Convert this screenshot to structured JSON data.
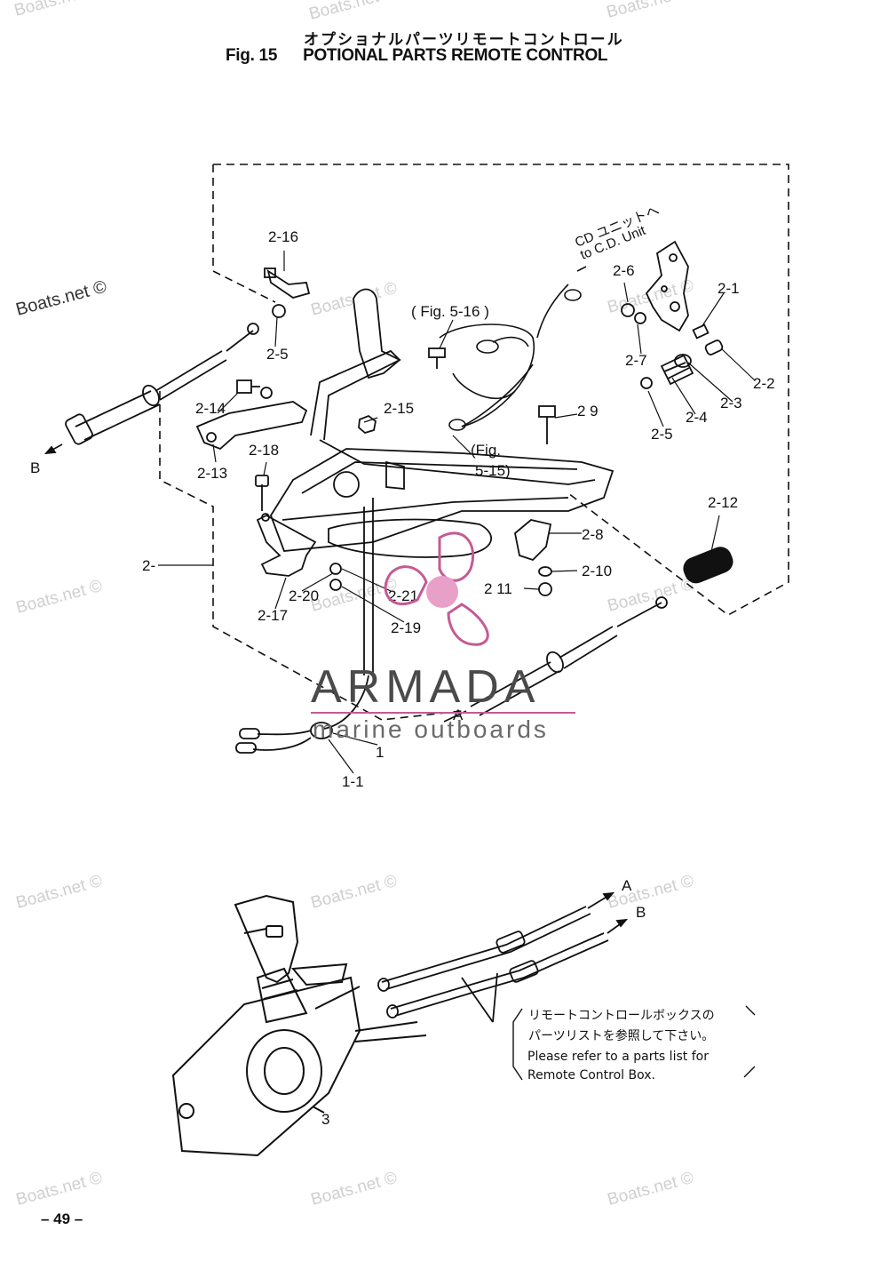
{
  "header": {
    "title_jp": "オプショナルパーツリモートコントロール",
    "fig_label": "Fig. 15",
    "title_en": "POTIONAL PARTS REMOTE CONTROL"
  },
  "callouts": {
    "p2_16": "2-16",
    "p2_5a": "2-5",
    "p2_14": "2-14",
    "p2_13": "2-13",
    "p2_18": "2-18",
    "p2": "2-",
    "p2_17": "2-17",
    "p2_20": "2-20",
    "p2_21": "2-21",
    "p2_19": "2-19",
    "p2_15": "2-15",
    "fig516": "( Fig. 5-16 )",
    "fig515a": "(Fig.",
    "fig515b": "5-15)",
    "p2_6": "2-6",
    "p2_1": "2-1",
    "p2_7": "2-7",
    "p2_2": "2-2",
    "p2_3": "2-3",
    "p2_4": "2-4",
    "p2_5b": "2-5",
    "p2_9": "2 9",
    "p2_8": "2-8",
    "p2_10": "2-10",
    "p2_11": "2 11",
    "p2_12": "2-12",
    "p1": "1",
    "p1_1": "1-1",
    "p3": "3",
    "cable_a": "A",
    "cable_b": "B",
    "lower_a": "A",
    "lower_b": "B",
    "cd_jp": "CD ユニットへ",
    "cd_en": "to C.D. Unit"
  },
  "note": {
    "jp_line1": "リモートコントロールボックスの",
    "jp_line2": "パーツリストを参照して下さい。",
    "en_line1": "Please refer to a parts list for",
    "en_line2": "Remote Control Box."
  },
  "watermarks": {
    "site": "Boats.net ©",
    "brand": "ARMADA",
    "brand_sub": "marine outboards"
  },
  "colors": {
    "ink": "#111111",
    "logo_pink": "#e8a0c8",
    "logo_line": "#c45a95",
    "watermark": "#cfcfcf"
  },
  "footer": {
    "page_number": "– 49 –"
  }
}
